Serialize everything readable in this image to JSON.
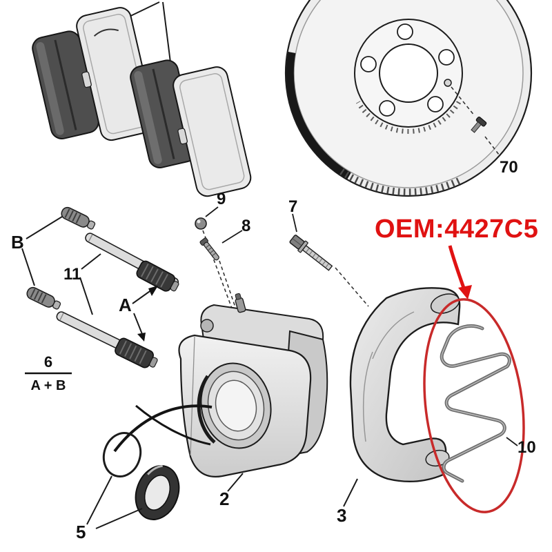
{
  "page": {
    "background": "#ffffff"
  },
  "colors": {
    "oem_red": "#e01212",
    "highlight_red": "#c82a2a",
    "ink": "#111111"
  },
  "oem_label": "OEM:4427C5",
  "labels": {
    "caliper": "2",
    "bracket": "3",
    "seal_kit": "5",
    "kit_number": "6",
    "kit_formula": "A + B",
    "guide_bolt": "7",
    "pin": "8",
    "ball_stud": "9",
    "retaining_clip": "10",
    "guide_sleeve_kit": "11",
    "disc_screw": "70",
    "boot_marker": "A",
    "pin_marker": "B"
  }
}
